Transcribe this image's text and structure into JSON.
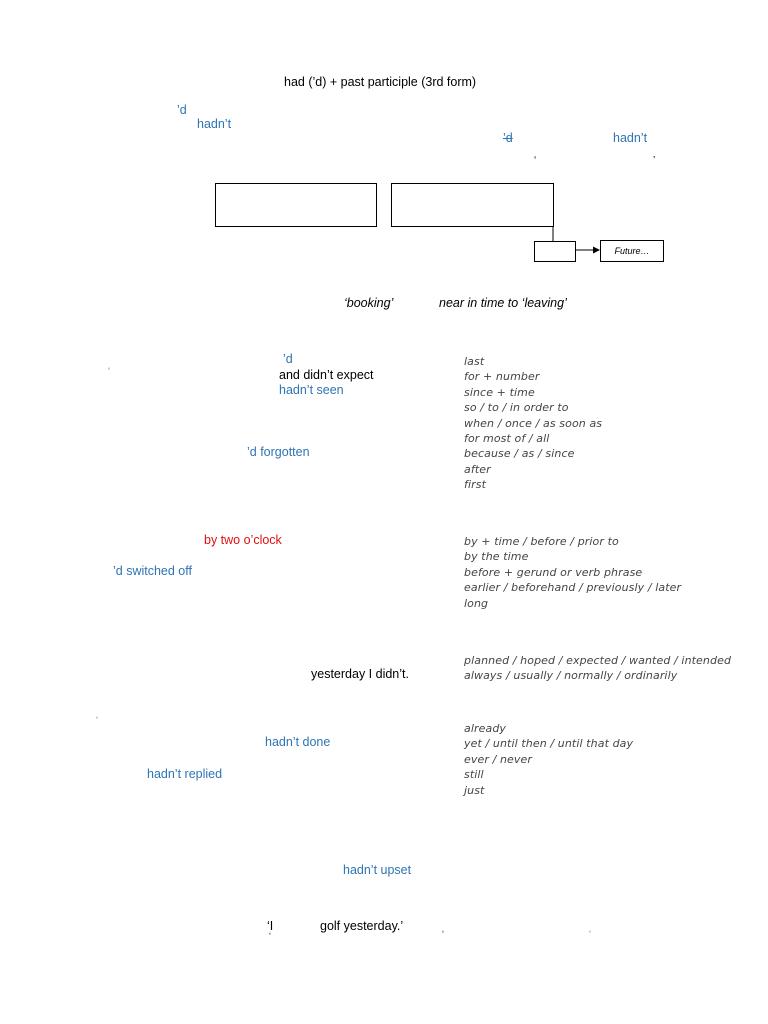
{
  "header": {
    "formula": "had (’d) + past participle (3rd form)"
  },
  "top_notes": {
    "contraction_1": "’d",
    "negative_1": "hadn’t",
    "contraction_2": "’d",
    "negative_2": "hadn’t",
    "mark_1": "‘",
    "mark_2": "’"
  },
  "timeline": {
    "future_label": "Future…"
  },
  "booking_note": {
    "booking": "‘booking’",
    "near": "near in time to ‘leaving’"
  },
  "examples": {
    "ex1_d": "’d",
    "ex1_mark": "‘",
    "ex1_expect": "and didn’t expect",
    "ex1_seen": "hadn’t seen",
    "ex2_forgotten": "’d forgotten",
    "ex3_clock": "by two o’clock",
    "ex3_switched": "’d switched off",
    "ex4_yesterday": "yesterday I didn’t.",
    "ex5_mark": "‘",
    "ex5_done": "hadn’t done",
    "ex5_replied": "hadn’t replied",
    "ex6_upset": "hadn’t upset",
    "ex7_I": "‘I",
    "ex7_golf": "golf yesterday.’",
    "ex7_mark1": "‘",
    "ex7_mark2": "‘",
    "ex7_mark3": "‘"
  },
  "time_words": {
    "group1": [
      "last",
      "for + number",
      "since + time",
      "so / to / in order to",
      "when / once / as soon as",
      "for most of / all",
      "because / as / since",
      "after",
      "first"
    ],
    "group2": [
      "by + time / before / prior to",
      "by the time",
      "before + gerund or verb phrase",
      "earlier / beforehand / previously / later",
      "long"
    ],
    "group3": [
      "planned / hoped / expected / wanted / intended",
      "always / usually / normally / ordinarily"
    ],
    "group4": [
      "already",
      "yet / until then / until that day",
      "ever / never",
      "still",
      "just"
    ]
  }
}
